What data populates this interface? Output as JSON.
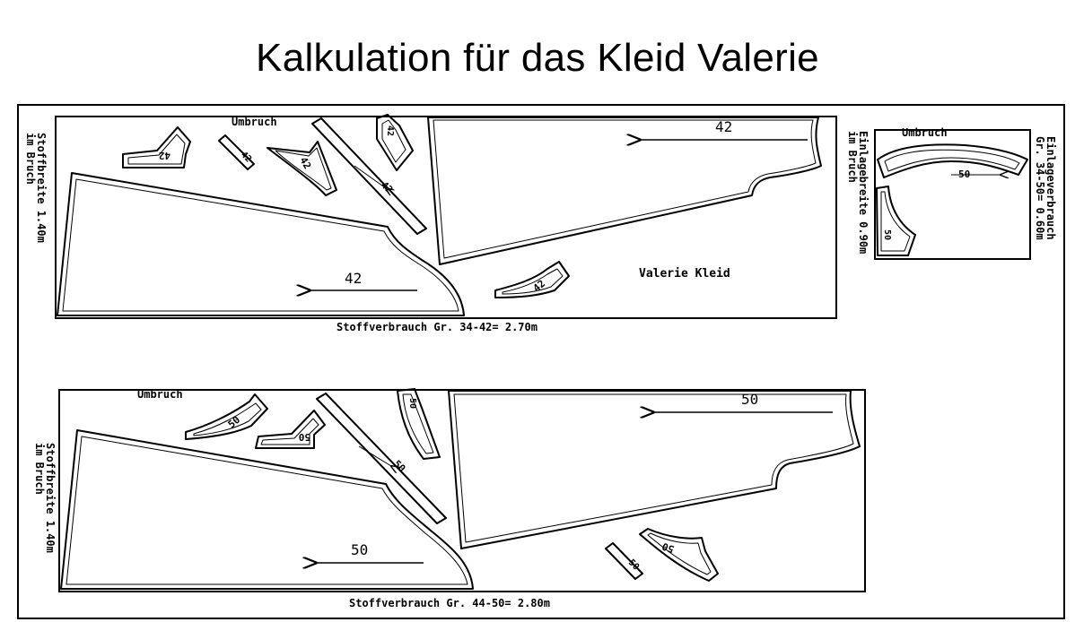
{
  "title": "Kalkulation für das Kleid Valerie",
  "layout_top": {
    "fold_label": "Umbruch",
    "side_label_line1": "Stoffbreite 1.40m",
    "side_label_line2": "im Bruch",
    "size_label_large_1": "42",
    "size_label_large_2": "42",
    "model_label": "Valerie Kleid",
    "piece_size_label": "42",
    "consumption": "Stoffverbrauch Gr. 34-42= 2.70m"
  },
  "layout_interfacing": {
    "fold_label": "Umbruch",
    "side_label_line1": "Einlagebreite 0.90m",
    "side_label_line2": "im Bruch",
    "consumption_line1": "Einlageverbrauch",
    "consumption_line2": "Gr. 34-50= 0.60m",
    "piece_size_label": "50"
  },
  "layout_bottom": {
    "fold_label": "Umbruch",
    "side_label_line1": "Stoffbreite 1.40m",
    "side_label_line2": "im Bruch",
    "size_label_large_1": "50",
    "size_label_large_2": "50",
    "piece_size_label": "50",
    "consumption": "Stoffverbrauch Gr. 44-50= 2.80m"
  }
}
